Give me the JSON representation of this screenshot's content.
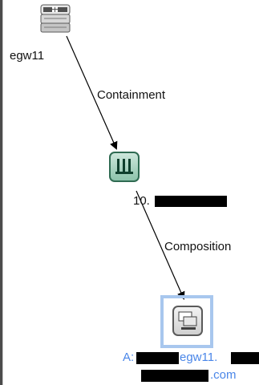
{
  "nodes": {
    "server": {
      "icon": "windows-server-icon",
      "label": "egw11"
    },
    "ip": {
      "icon": "ip-address-icon",
      "label_prefix": "10."
    },
    "interface": {
      "icon": "network-interface-icon",
      "label_line1_prefix": "A:",
      "label_line1_mid": "egw11.",
      "label_line2_suffix": ".com"
    }
  },
  "edges": {
    "containment_label": "Containment",
    "composition_label": "Composition"
  },
  "colors": {
    "edge": "#000000",
    "selection": "#a8c7ee",
    "link_text": "#4a86e8",
    "node_green": "#2f7d57"
  }
}
